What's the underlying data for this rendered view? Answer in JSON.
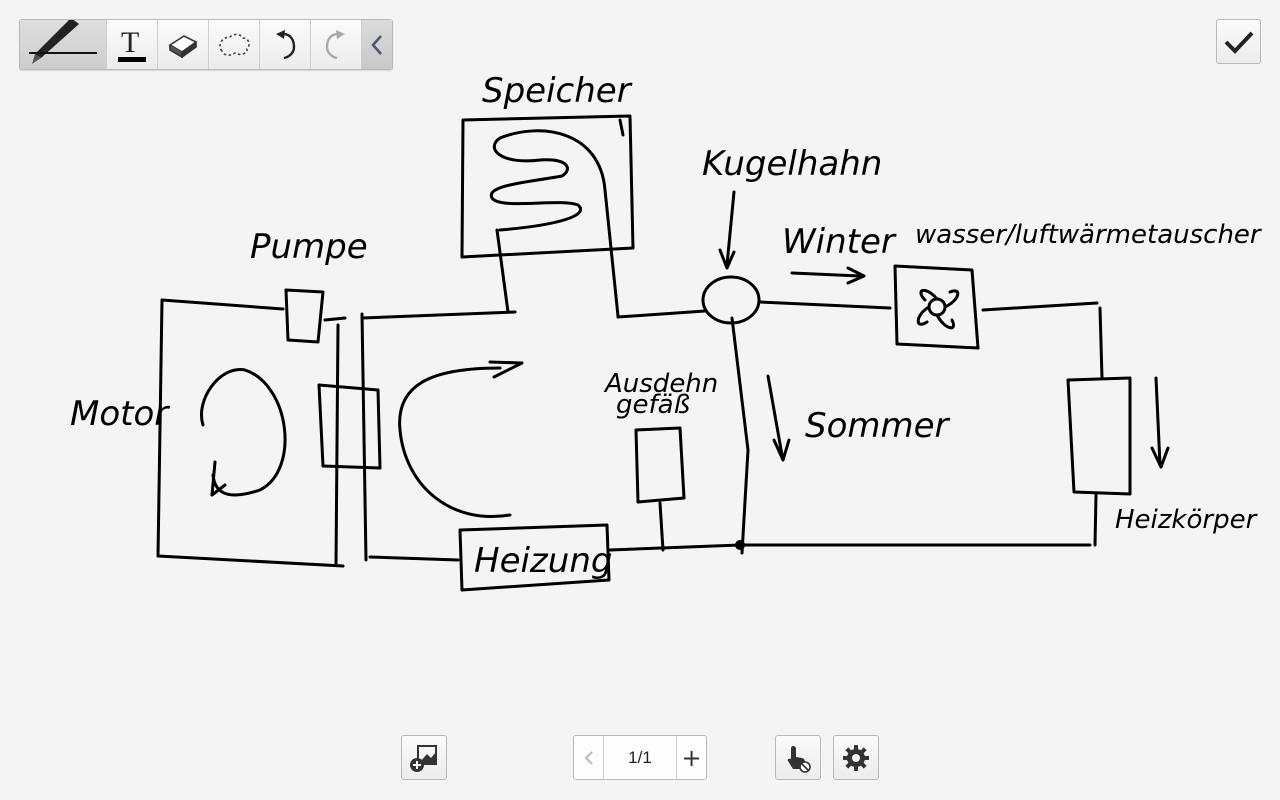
{
  "toolbar": {
    "tools": [
      {
        "name": "pen-tool",
        "icon": "pen-icon",
        "active": true
      },
      {
        "name": "text-tool",
        "icon": "text-icon"
      },
      {
        "name": "eraser-tool",
        "icon": "eraser-icon"
      },
      {
        "name": "lasso-tool",
        "icon": "lasso-icon"
      },
      {
        "name": "undo-button",
        "icon": "undo-icon"
      },
      {
        "name": "redo-button",
        "icon": "redo-icon",
        "disabled": true
      },
      {
        "name": "collapse-toolbar-button",
        "icon": "chevron-left-icon"
      }
    ],
    "text_icon_label": "T"
  },
  "confirm": {
    "icon": "checkmark-icon"
  },
  "sketch": {
    "labels": {
      "speicher": "Speicher",
      "kugelhahn": "Kugelhahn",
      "pumpe": "Pumpe",
      "winter": "Winter",
      "waermetauscher": "wasser/luftwärmetauscher",
      "motor": "Motor",
      "ausdehn_1": "Ausdehn",
      "ausdehn_2": "gefäß",
      "sommer": "Sommer",
      "heizung": "Heizung",
      "heizkoerper": "Heizkörper"
    }
  },
  "bottom": {
    "page_indicator": "1/1",
    "add_page_label": "+",
    "insert_icon": "insert-image-icon",
    "touch_icon": "finger-touch-icon",
    "settings_icon": "gear-icon"
  },
  "colors": {
    "ink": "#000000",
    "background": "#f4f4f4",
    "active_tool": "#d4d4d4"
  }
}
